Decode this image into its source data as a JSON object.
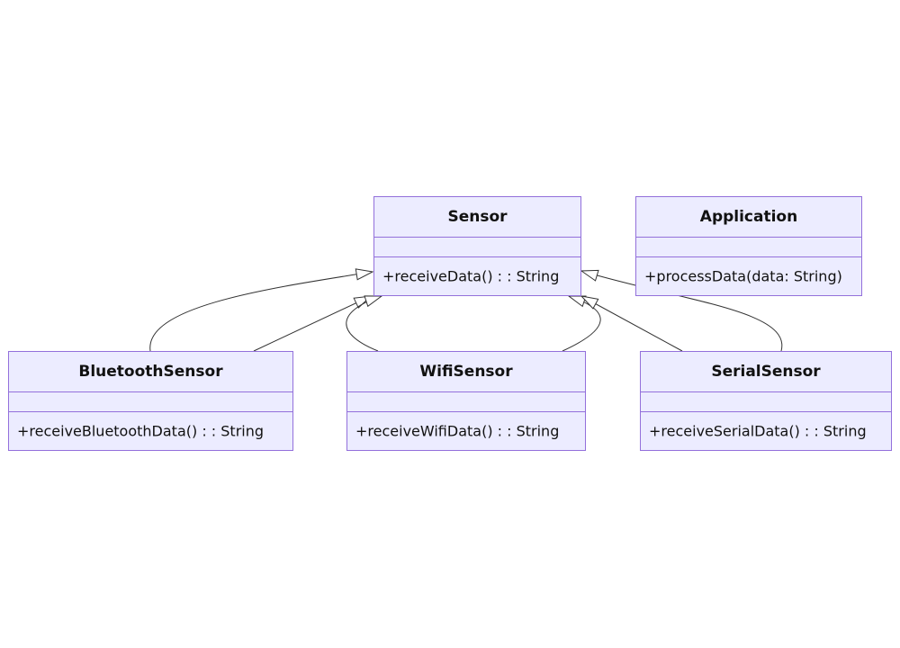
{
  "classes": {
    "sensor": {
      "name": "Sensor",
      "method": "+receiveData() : : String"
    },
    "application": {
      "name": "Application",
      "method": "+processData(data: String)"
    },
    "bluetooth": {
      "name": "BluetoothSensor",
      "method": "+receiveBluetoothData() : : String"
    },
    "wifi": {
      "name": "WifiSensor",
      "method": "+receiveWifiData() : : String"
    },
    "serial": {
      "name": "SerialSensor",
      "method": "+receiveSerialData() : : String"
    }
  },
  "colors": {
    "fill": "#ECECFF",
    "border": "#9370DB",
    "edge": "#333333"
  }
}
